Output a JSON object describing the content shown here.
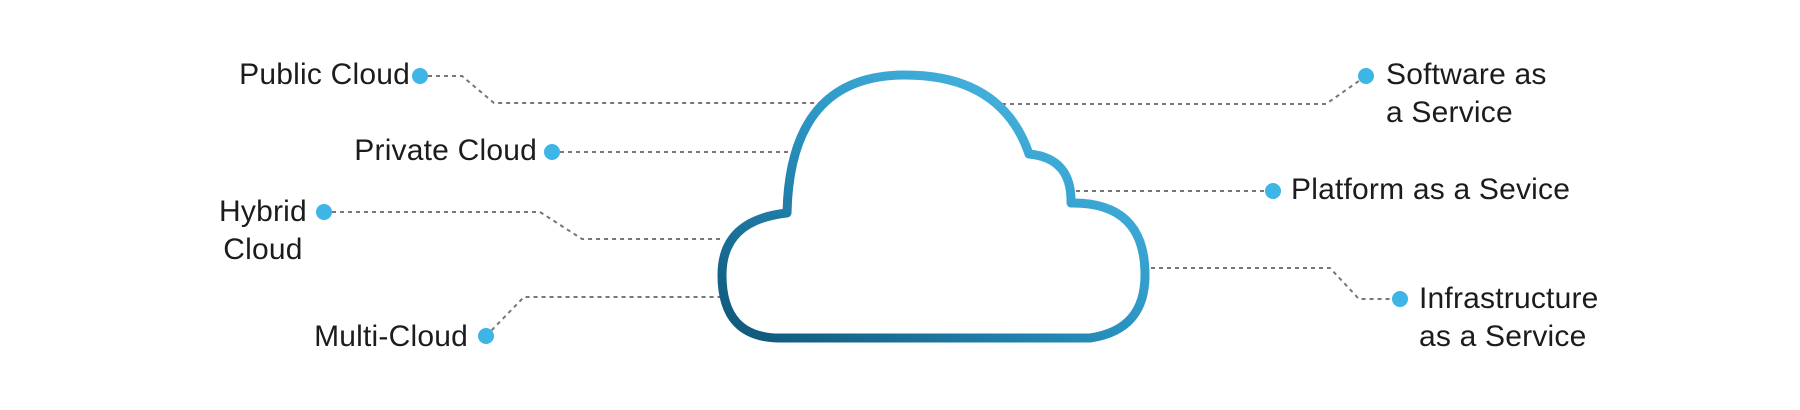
{
  "diagram": {
    "center": {
      "icon": "cloud-icon",
      "gradient": [
        "#0e5678",
        "#2a93c2",
        "#54c4ee"
      ]
    },
    "colors": {
      "dot": "#3db5e6",
      "connector": "#777777",
      "text": "#1c1c1c"
    },
    "left_items": [
      {
        "id": "public",
        "lines": [
          "Public Cloud"
        ]
      },
      {
        "id": "private",
        "lines": [
          "Private Cloud"
        ]
      },
      {
        "id": "hybrid",
        "lines": [
          "Hybrid",
          "Cloud"
        ]
      },
      {
        "id": "multi",
        "lines": [
          "Multi-Cloud"
        ]
      }
    ],
    "right_items": [
      {
        "id": "saas",
        "lines": [
          "Software as",
          "a Service"
        ]
      },
      {
        "id": "paas",
        "lines": [
          "Platform as a Sevice"
        ]
      },
      {
        "id": "iaas",
        "lines": [
          "Infrastructure",
          "as a Service"
        ]
      }
    ]
  }
}
